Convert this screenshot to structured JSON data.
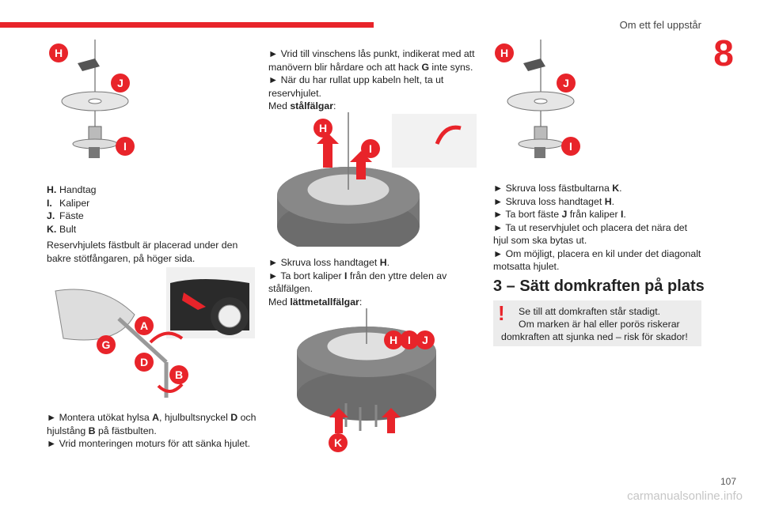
{
  "header": {
    "section_title": "Om ett fel uppstår",
    "chapter": "8"
  },
  "colors": {
    "accent": "#e8242a",
    "callout": "#e8242a",
    "warning_bg": "#ececec"
  },
  "col1": {
    "legend": [
      {
        "key": "H.",
        "label": "Handtag"
      },
      {
        "key": "I.",
        "label": "Kaliper"
      },
      {
        "key": "J.",
        "label": "Fäste"
      },
      {
        "key": "K.",
        "label": "Bult"
      }
    ],
    "para1_line1": "Reservhjulets fästbult är placerad under den",
    "para1_line2": "bakre stötfångaren, på höger sida.",
    "step1_a": "► Montera utökat hylsa ",
    "step1_b": "A",
    "step1_c": ", hjulbultsnyckel ",
    "step1_d": "D",
    "step1_e": " och",
    "step1_f": "hjulstång ",
    "step1_g": "B",
    "step1_h": " på fästbulten.",
    "step2": "► Vrid monteringen moturs för att sänka hjulet.",
    "fig1_labels": [
      "H",
      "J",
      "I"
    ],
    "fig2_labels": [
      "A",
      "G",
      "D",
      "B"
    ]
  },
  "col2": {
    "l1": "► Vrid till vinschens lås punkt, indikerat med att",
    "l2a": "manövern blir hårdare och att hack ",
    "l2b": "G",
    "l2c": " inte syns.",
    "l3": "► När du har rullat upp kabeln helt, ta ut",
    "l4": "reservhjulet.",
    "l5a": "Med ",
    "l5b": "stålfälgar",
    "l5c": ":",
    "s1a": "► Skruva loss handtaget ",
    "s1b": "H",
    "s1c": ".",
    "s2a": "► Ta bort kaliper ",
    "s2b": "I",
    "s2c": " från den yttre delen av",
    "s3": "stålfälgen.",
    "s4a": "Med ",
    "s4b": "lättmetallfälgar",
    "s4c": ":",
    "fig3_labels": [
      "H",
      "I"
    ],
    "fig4_labels": [
      "H",
      "I",
      "J",
      "K"
    ]
  },
  "col3": {
    "fig5_labels": [
      "H",
      "J",
      "I"
    ],
    "b1a": "► Skruva loss fästbultarna ",
    "b1b": "K",
    "b1c": ".",
    "b2a": "► Skruva loss handtaget ",
    "b2b": "H",
    "b2c": ".",
    "b3a": "► Ta bort fäste ",
    "b3b": "J",
    "b3c": " från kaliper ",
    "b3d": "I",
    "b3e": ".",
    "b4": "► Ta ut reservhjulet och placera det nära det",
    "b5": "hjul som ska bytas ut.",
    "b6": "► Om möjligt, placera en kil under det diagonalt",
    "b7": "motsatta hjulet.",
    "heading": "3 – Sätt domkraften på plats",
    "warn1": "Se till att domkraften står stadigt.",
    "warn2": "Om marken är hal eller porös riskerar",
    "warn3": "domkraften att sjunka ned – risk för skador!"
  },
  "footer": {
    "page": "107",
    "watermark": "carmanualsonline.info"
  }
}
